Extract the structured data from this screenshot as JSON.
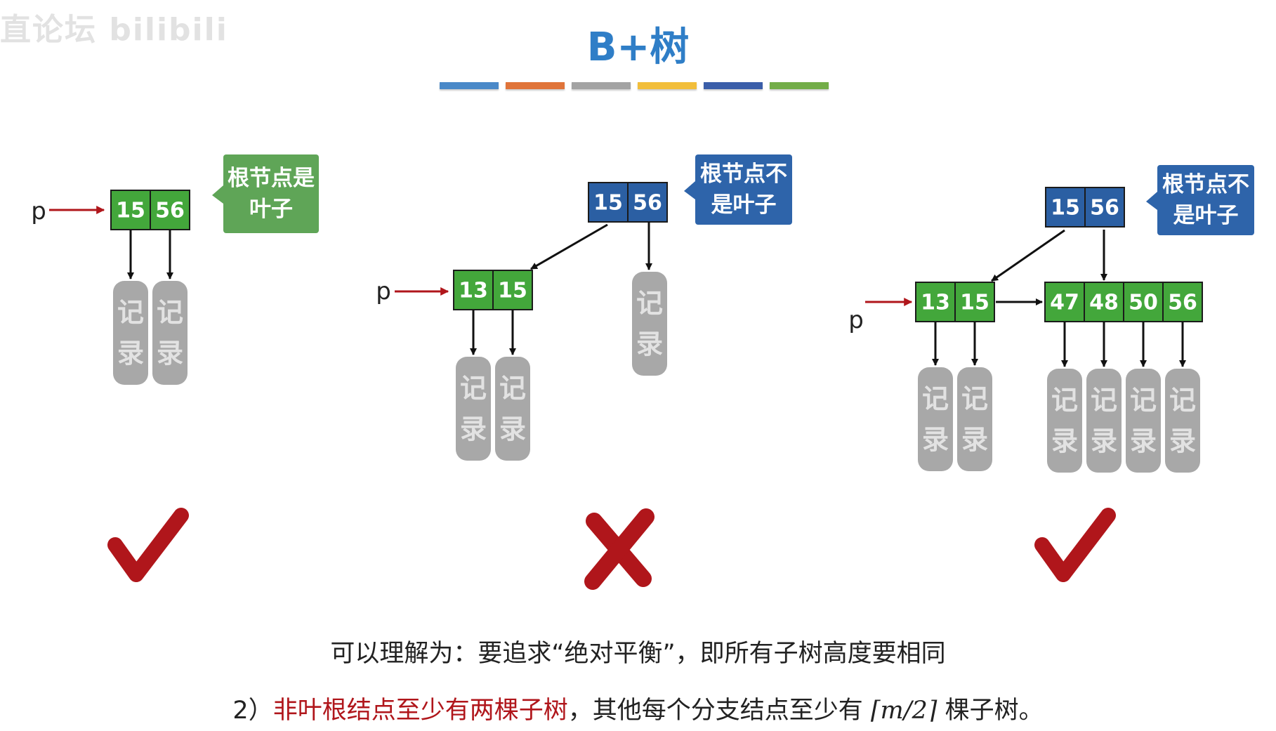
{
  "watermark": "直论坛 bilibili",
  "title": "B+树",
  "title_bar_colors": [
    "#4a89c8",
    "#e0743a",
    "#a3a3a3",
    "#f2be3b",
    "#3b5ea9",
    "#73ad48"
  ],
  "colors": {
    "leaf_node": "#43a73b",
    "internal_node": "#2b5fa3",
    "record": "#a8a8a8",
    "pointer_arrow": "#b0161b",
    "mark": "#b0161b"
  },
  "pointer_label": "p",
  "record_text": [
    "记",
    "录"
  ],
  "panels": [
    {
      "root_keys": [
        "15",
        "56"
      ],
      "callout": [
        "根节点是",
        "叶子"
      ],
      "mark": "check"
    },
    {
      "root_keys": [
        "15",
        "56"
      ],
      "callout": [
        "根节点不",
        "是叶子"
      ],
      "child_keys": [
        "13",
        "15"
      ],
      "mark": "cross"
    },
    {
      "root_keys": [
        "15",
        "56"
      ],
      "callout": [
        "根节点不",
        "是叶子"
      ],
      "child_left_keys": [
        "13",
        "15"
      ],
      "child_right_keys": [
        "47",
        "48",
        "50",
        "56"
      ],
      "mark": "check"
    }
  ],
  "caption1": "可以理解为：要追求“绝对平衡”，即所有子树高度要相同",
  "caption2": {
    "prefix": "2）",
    "highlight": "非叶根结点至少有两棵子树",
    "middle": "，其他每个分支结点至少有",
    "formula": "⌈m/2⌉",
    "suffix": " 棵子树。"
  }
}
